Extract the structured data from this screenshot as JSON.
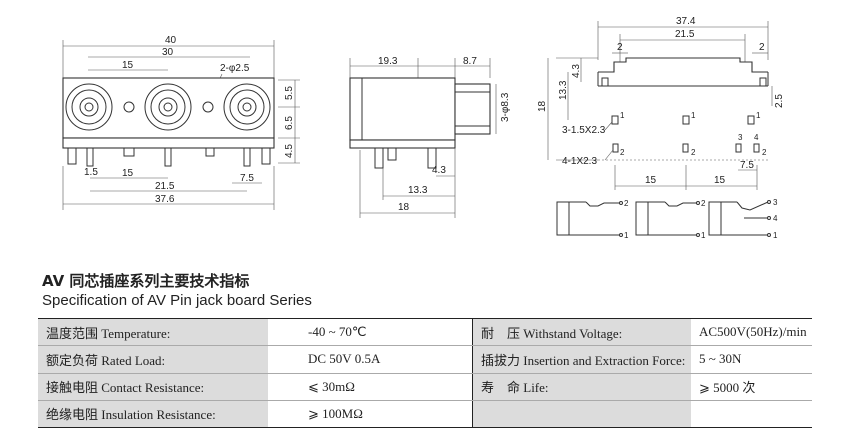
{
  "front_view": {
    "dims": [
      "40",
      "30",
      "15",
      "2-φ2.5",
      "5.5",
      "6.5",
      "4.5",
      "1.5",
      "15",
      "21.5",
      "7.5",
      "37.6"
    ]
  },
  "side_view": {
    "dims": [
      "19.3",
      "8.7",
      "3-φ8.3",
      "4.3",
      "13.3",
      "18"
    ]
  },
  "pcb_view": {
    "dims": [
      "37.4",
      "21.5",
      "2",
      "2",
      "4.3",
      "13.3",
      "18",
      "2.5",
      "3-1.5X2.3",
      "4-1X2.3",
      "15",
      "15",
      "7.5"
    ],
    "pin_labels": [
      "1",
      "2",
      "1",
      "2",
      "1",
      "2",
      "3",
      "4"
    ]
  },
  "schematic": {
    "pin_labels": [
      "2",
      "1",
      "2",
      "1",
      "3",
      "4",
      "1"
    ]
  },
  "title_cn": "AV 同芯插座系列主要技术指标",
  "title_en": "Specification of AV Pin jack board Series",
  "spec_table": {
    "rows": [
      {
        "label": "温度范围 Temperature:",
        "value": "-40 ~ 70℃",
        "label2": "耐　压 Withstand Voltage:",
        "value2": "AC500V(50Hz)/min"
      },
      {
        "label": "额定负荷 Rated Load:",
        "value": "DC  50V  0.5A",
        "label2": "插拔力 Insertion and Extraction Force:",
        "value2": "5 ~ 30N"
      },
      {
        "label": "接触电阻 Contact Resistance:",
        "value": "⩽ 30mΩ",
        "label2": "寿　命 Life:",
        "value2": "⩾ 5000 次"
      },
      {
        "label": "绝缘电阻 Insulation Resistance:",
        "value": "⩾ 100MΩ",
        "label2": "",
        "value2": ""
      }
    ]
  }
}
